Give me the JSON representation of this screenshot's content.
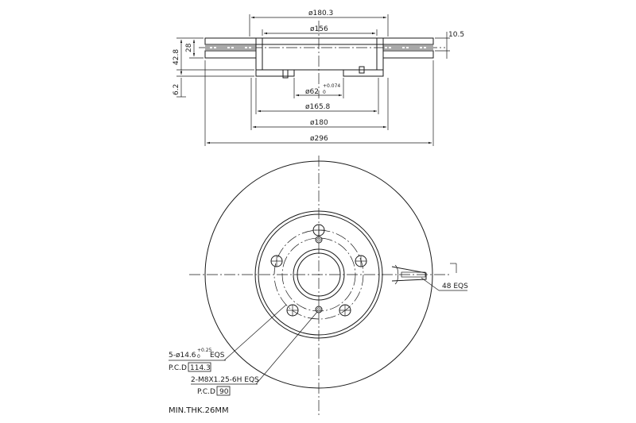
{
  "section_view": {
    "dims": {
      "outer_hat_diameter": "ø180.3",
      "inner_hat_diameter": "ø156",
      "bore_diameter": "ø62",
      "bore_tol_upper": "+0.074",
      "bore_tol_lower": "0",
      "hat_mount_diameter": "ø165.8",
      "hat_outer_diameter": "ø180",
      "disc_diameter": "ø296",
      "overall_height": "42.8",
      "disc_thickness": "28",
      "hat_thickness": "6.2",
      "friction_plate": "10.5"
    }
  },
  "plan_view": {
    "callouts": {
      "bolt_holes": "5-ø14.6",
      "bolt_tol_upper": "+0.25",
      "bolt_tol_lower": "0",
      "bolt_suffix": "EQS",
      "pcd_label_1": "P.C.D",
      "pcd_value_1": "114.3",
      "thread_spec": "2-M8X1.25-6H EQS",
      "pcd_label_2": "P.C.D",
      "pcd_value_2": "90",
      "vanes": "48 EQS"
    }
  },
  "notes": {
    "min_thickness": "MIN.THK.26MM"
  }
}
